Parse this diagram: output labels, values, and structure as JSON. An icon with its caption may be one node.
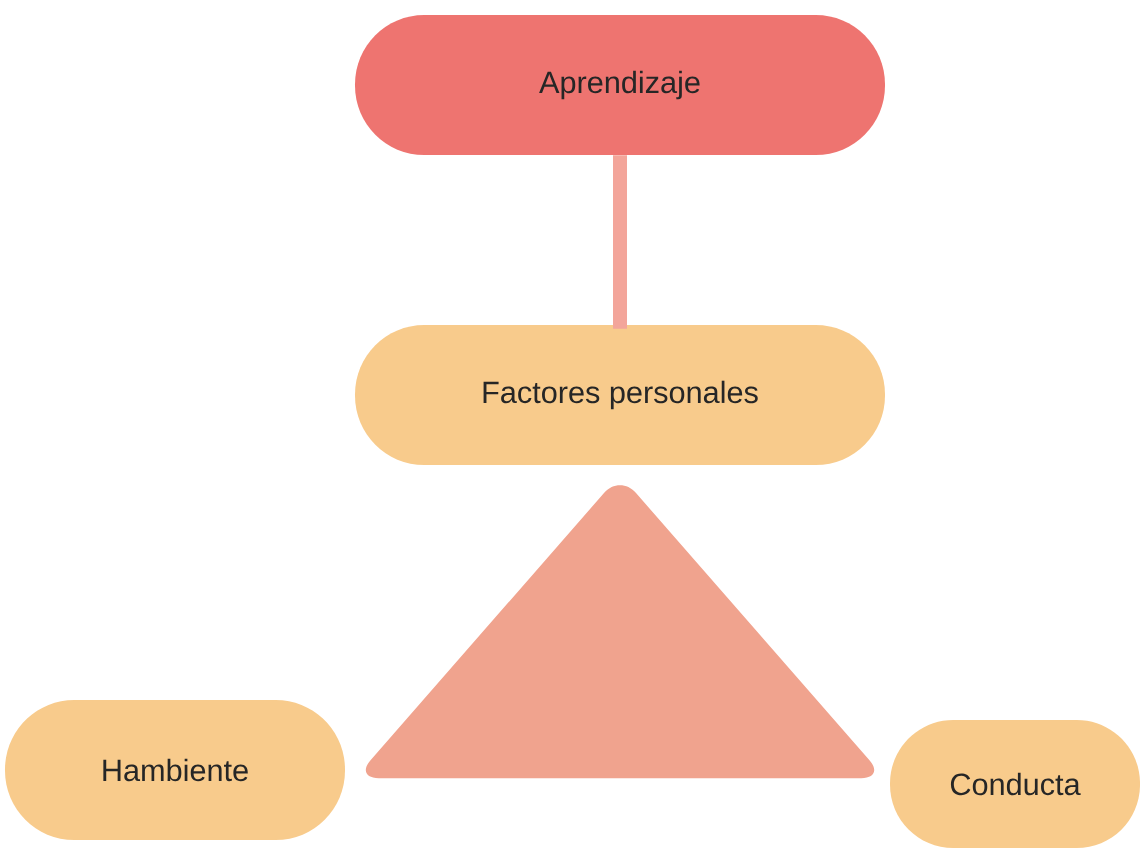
{
  "diagram": {
    "nodes": [
      {
        "text": [
          "Aprendizaje"
        ]
      },
      {
        "text": [
          "Factores personales"
        ]
      },
      {
        "text": [],
        "shape": "triangle"
      },
      {
        "text": [
          "Hambiente"
        ]
      },
      {
        "text": [
          "Conducta"
        ]
      }
    ],
    "edges": [
      {
        "from": 0,
        "to": 1,
        "arrow": "none",
        "color": "#f3a59a"
      }
    ]
  }
}
